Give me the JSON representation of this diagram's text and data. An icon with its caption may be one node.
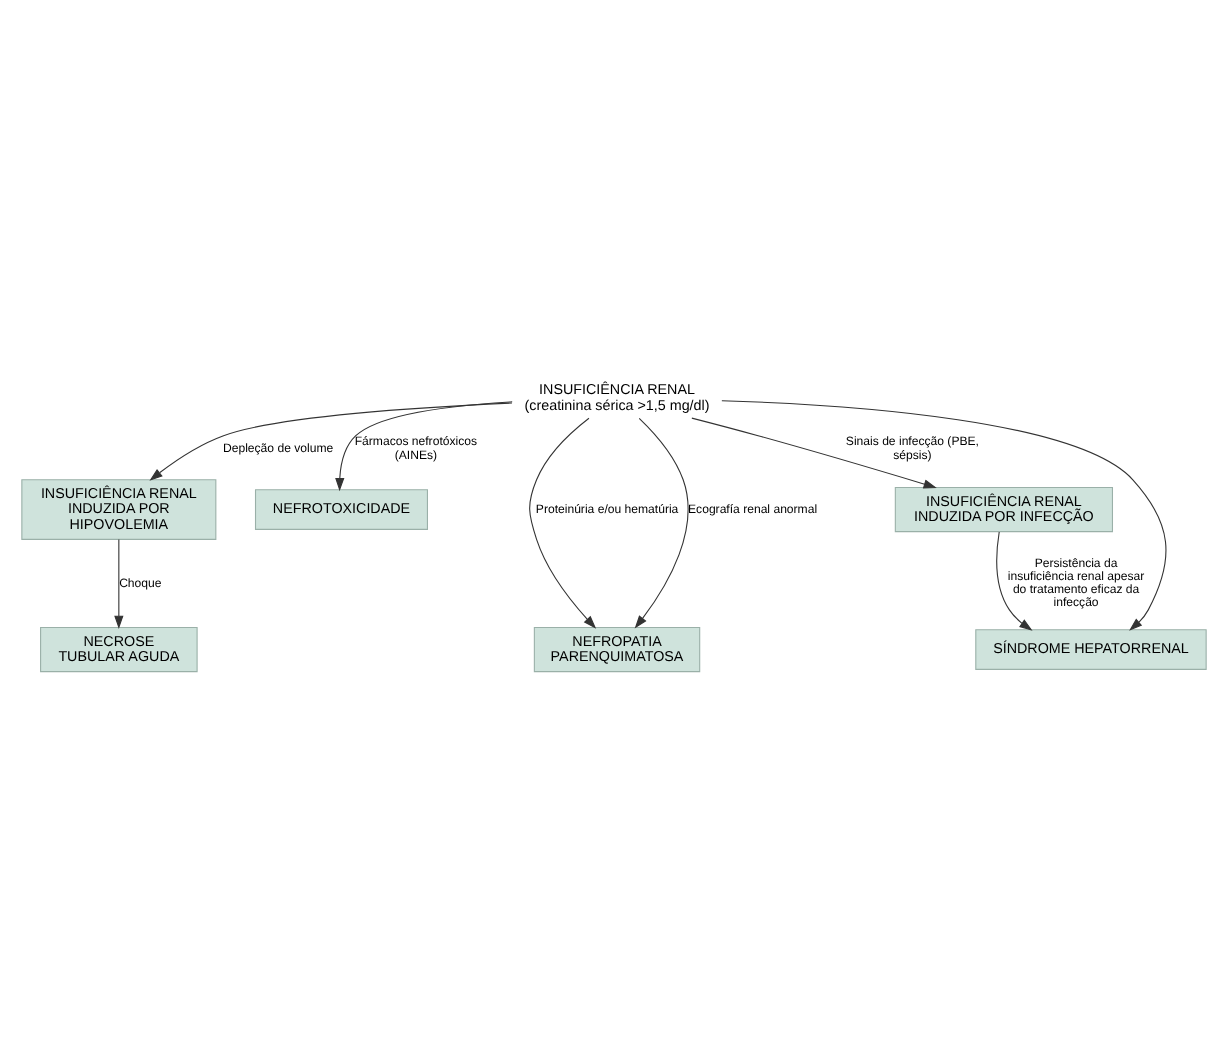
{
  "diagram": {
    "nodes": [
      {
        "text": [
          "INSUFICIÊNCIA RENAL",
          "(creatinina sérica >1,5 mg/dl)"
        ]
      },
      {
        "text": [
          "INSUFICIÊNCIA RENAL INDUZIDA POR HIPOVOLEMIA"
        ]
      },
      {
        "text": [
          "NEFROTOXICIDADE"
        ]
      },
      {
        "text": [
          "NECROSE TUBULAR AGUDA"
        ]
      },
      {
        "text": [
          "NEFROPATIA PARENQUIMATOSA"
        ]
      },
      {
        "text": [
          "INSUFICIÊNCIA RENAL INDUZIDA POR INFECÇÃO"
        ]
      },
      {
        "text": [
          "SÍNDROME HEPATORRENAL"
        ]
      }
    ],
    "edges": [
      {
        "from": 0,
        "to": 1,
        "arrow": "to",
        "label": "Depleção de volume"
      },
      {
        "from": 0,
        "to": 2,
        "arrow": "to",
        "label": "Fármacos nefrotóxicos (AINEs)"
      },
      {
        "from": 1,
        "to": 3,
        "arrow": "to",
        "label": "Choque"
      },
      {
        "from": 0,
        "to": 5,
        "arrow": "to",
        "label": "Sinais de infecção (PBE, sépsis)"
      },
      {
        "from": 0,
        "to": 4,
        "arrow": "to",
        "label": "Proteinúria e/ou hematúria"
      },
      {
        "from": 0,
        "to": 4,
        "arrow": "to",
        "label": "Ecografía renal anormal"
      },
      {
        "from": 5,
        "to": 6,
        "arrow": "to",
        "label": "Persistência da insuficiência renal apesar do tratamento eficaz da infecção"
      },
      {
        "from": 0,
        "to": 6,
        "arrow": "to"
      }
    ]
  }
}
